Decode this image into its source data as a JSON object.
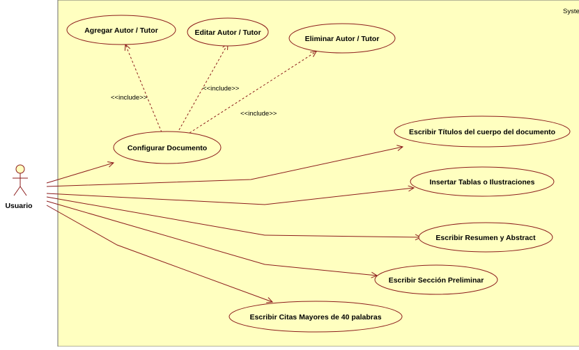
{
  "system": {
    "label": "Syste",
    "fill": "#ffffc0",
    "stroke": "#6b6b6b"
  },
  "actor": {
    "label": "Usuario",
    "color": "#8b1a1a"
  },
  "colors": {
    "usecase_fill": "#ffffc0",
    "usecase_stroke": "#8b1a1a",
    "association": "#8b1a1a",
    "include": "#8b1a1a"
  },
  "use_cases": [
    {
      "id": "agregar",
      "label": "Agregar Autor / Tutor"
    },
    {
      "id": "editar",
      "label": "Editar Autor / Tutor"
    },
    {
      "id": "eliminar",
      "label": "Eliminar Autor / Tutor"
    },
    {
      "id": "configurar",
      "label": "Configurar Documento"
    },
    {
      "id": "titulos",
      "label": "Escribir Títulos del cuerpo del documento"
    },
    {
      "id": "tablas",
      "label": "Insertar Tablas o Ilustraciones"
    },
    {
      "id": "resumen",
      "label": "Escribir Resumen y Abstract"
    },
    {
      "id": "preliminar",
      "label": "Escribir Sección Preliminar"
    },
    {
      "id": "citas",
      "label": "Escribir Citas Mayores de 40 palabras"
    }
  ],
  "includes": [
    {
      "from": "configurar",
      "to": "agregar",
      "label": "<<include>>"
    },
    {
      "from": "configurar",
      "to": "editar",
      "label": "<<include>>"
    },
    {
      "from": "configurar",
      "to": "eliminar",
      "label": "<<include>>"
    }
  ],
  "associations": [
    {
      "from": "Usuario",
      "to": "configurar"
    },
    {
      "from": "Usuario",
      "to": "titulos"
    },
    {
      "from": "Usuario",
      "to": "tablas"
    },
    {
      "from": "Usuario",
      "to": "resumen"
    },
    {
      "from": "Usuario",
      "to": "preliminar"
    },
    {
      "from": "Usuario",
      "to": "citas"
    }
  ]
}
